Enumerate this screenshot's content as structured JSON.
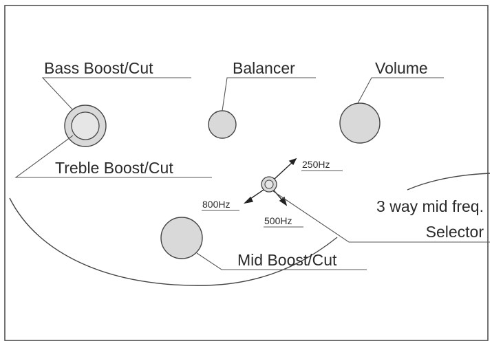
{
  "labels": {
    "bass": "Bass Boost/Cut",
    "balancer": "Balancer",
    "volume": "Volume",
    "treble": "Treble Boost/Cut",
    "freq_250": "250Hz",
    "freq_800": "800Hz",
    "freq_500": "500Hz",
    "selector_line1": "3 way mid freq.",
    "selector_line2": "Selector",
    "mid": "Mid Boost/Cut"
  },
  "colors": {
    "stroke": "#444444",
    "knob_fill": "#d9d9d9",
    "knob_inner_fill": "#e6e6e6",
    "text": "#2a2a2a"
  }
}
